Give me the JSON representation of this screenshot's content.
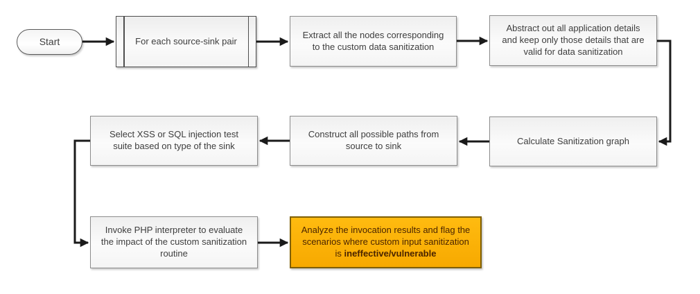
{
  "diagram": {
    "background": "#ffffff",
    "colors": {
      "process_fill": "#f5f5f5",
      "process_border": "#8c8c8c",
      "process_text": "#3d3d3d",
      "highlight_fill": "#f9ae00",
      "highlight_border": "#7f5f00",
      "highlight_text": "#4a2400",
      "arrow": "#1a1a1a"
    },
    "nodes": {
      "start": {
        "type": "terminator",
        "label": "Start"
      },
      "source_sink_loop": {
        "type": "predefined-process",
        "label": "For each source-sink pair"
      },
      "extract_nodes": {
        "type": "process",
        "label": "Extract all the nodes corresponding to the custom data sanitization"
      },
      "abstract_details": {
        "type": "process",
        "label": "Abstract out all application details and keep only those details that are valid for data sanitization"
      },
      "calculate_graph": {
        "type": "process",
        "label": "Calculate Sanitization graph"
      },
      "construct_paths": {
        "type": "process",
        "label": "Construct all possible paths from source to sink"
      },
      "select_suite": {
        "type": "process",
        "label": "Select XSS or SQL injection test suite based on type of the sink"
      },
      "invoke_php": {
        "type": "process",
        "label": "Invoke PHP interpreter to evaluate the impact of the custom sanitization routine"
      },
      "analyze_results": {
        "type": "highlighted-process",
        "label": "Analyze the invocation results and flag the scenarios where custom input sanitization is ",
        "label_bold": "ineffective/vulnerable"
      }
    },
    "edges": [
      {
        "from": "start",
        "to": "source_sink_loop"
      },
      {
        "from": "source_sink_loop",
        "to": "extract_nodes"
      },
      {
        "from": "extract_nodes",
        "to": "abstract_details"
      },
      {
        "from": "abstract_details",
        "to": "calculate_graph"
      },
      {
        "from": "calculate_graph",
        "to": "construct_paths"
      },
      {
        "from": "construct_paths",
        "to": "select_suite"
      },
      {
        "from": "select_suite",
        "to": "invoke_php"
      },
      {
        "from": "invoke_php",
        "to": "analyze_results"
      }
    ]
  }
}
